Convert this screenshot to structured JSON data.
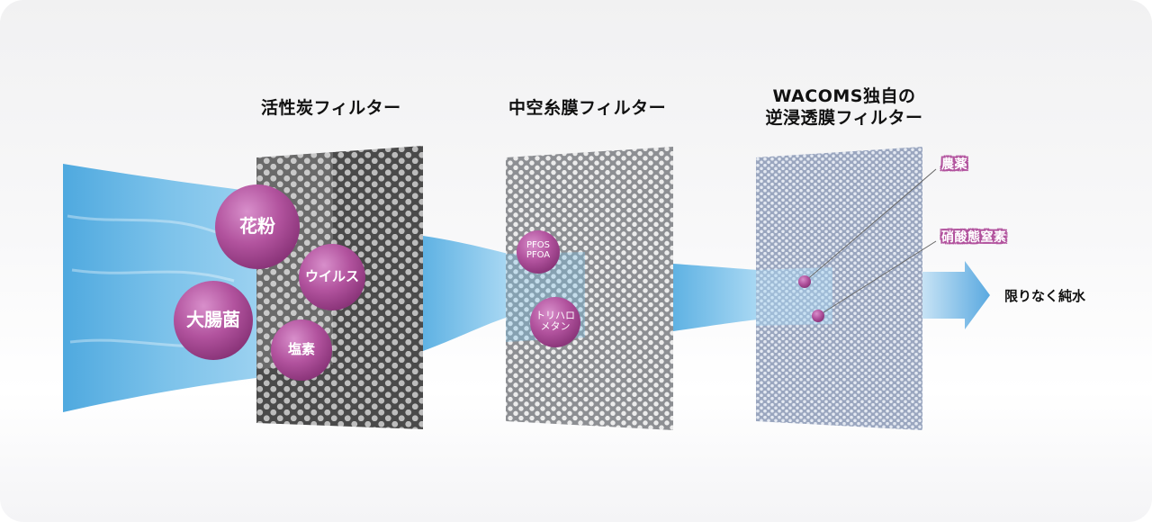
{
  "filters": {
    "carbon": {
      "title": "活性炭フィルター"
    },
    "hollow": {
      "title": "中空糸膜フィルター"
    },
    "ro": {
      "title_line1": "WACOMS独自の",
      "title_line2": "逆浸透膜フィルター"
    }
  },
  "contaminants": {
    "pollen": "花粉",
    "virus": "ウイルス",
    "ecoli": "大腸菌",
    "chlorine": "塩素",
    "pfos": "PFOS",
    "pfoa": "PFOA",
    "trihalo_line1": "トリハロ",
    "trihalo_line2": "メタン",
    "pesticide": "農薬",
    "nitrate": "硝酸態窒素"
  },
  "result": "限りなく純水",
  "colors": {
    "water": "#4fa9df",
    "contaminant": "#b2539e",
    "carbon_panel": "#4a4a4a",
    "hollow_panel": "#8d8f93",
    "ro_panel": "#9aa6bf"
  }
}
